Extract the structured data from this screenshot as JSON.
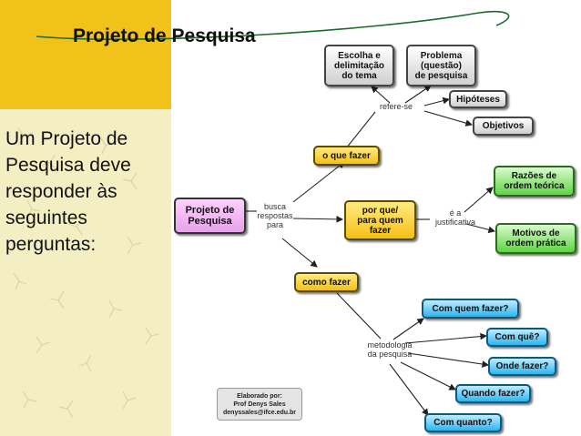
{
  "slide": {
    "title": "Projeto de Pesquisa",
    "intro": "Um Projeto de Pesquisa deve responder às seguintes perguntas:"
  },
  "map": {
    "root": "Projeto de\nPesquisa",
    "link_busca": "busca\nrespostas\npara",
    "q_oque": "o que fazer",
    "q_porque": "por que/\npara quem\nfazer",
    "q_como": "como fazer",
    "link_refere": "refere-se",
    "escolha": "Escolha e\ndelimitação\ndo tema",
    "problema": "Problema\n(questão)\nde pesquisa",
    "hipoteses": "Hipóteses",
    "objetivos": "Objetivos",
    "link_justificativa": "é a\njustificativa",
    "razoes": "Razões de\nordem teórica",
    "motivos": "Motivos de\nordem prática",
    "link_metodologia": "metodologia\nda pesquisa",
    "com_quem": "Com quem fazer?",
    "com_que": "Com quê?",
    "onde": "Onde fazer?",
    "quando": "Quando fazer?",
    "quanto": "Com quanto?"
  },
  "credit": "Elaborado por:\nProf Denys Sales\ndenyssales@ifce.edu.br"
}
